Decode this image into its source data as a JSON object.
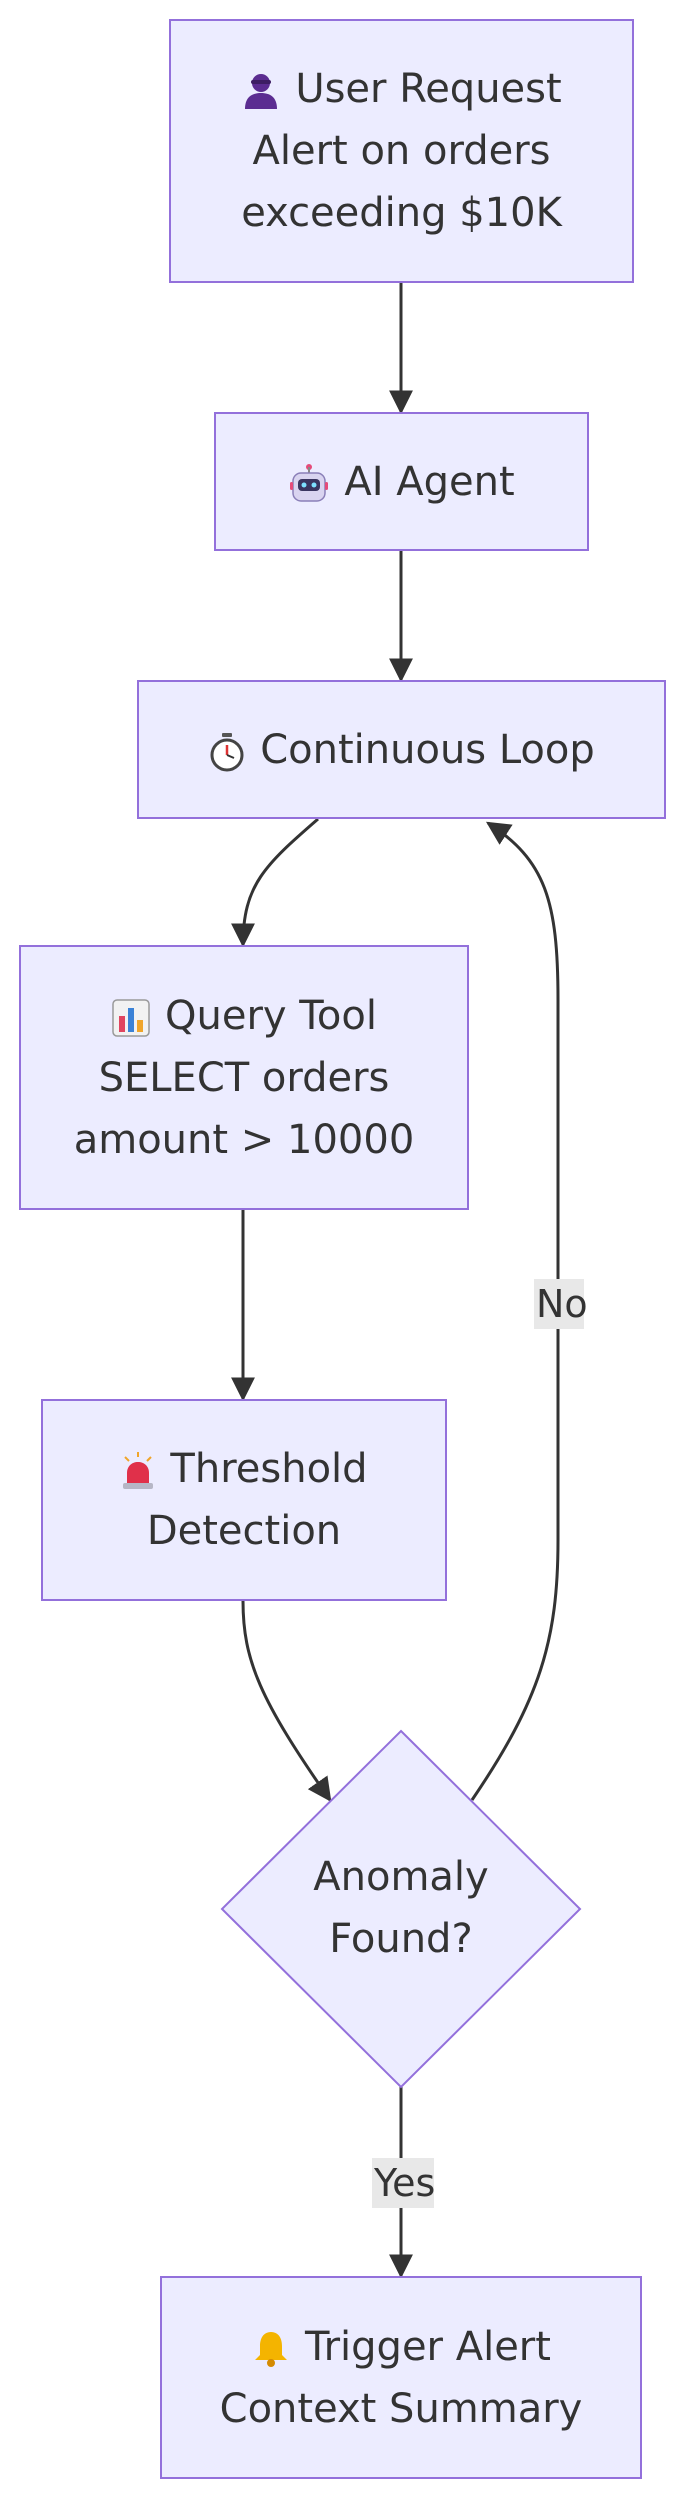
{
  "nodes": {
    "user_request": {
      "icon": "user-icon",
      "title": "User Request",
      "line2": "Alert on orders",
      "line3": "exceeding $10K"
    },
    "ai_agent": {
      "icon": "robot-icon",
      "title": "AI Agent"
    },
    "continuous_loop": {
      "icon": "stopwatch-icon",
      "title": "Continuous Loop"
    },
    "query_tool": {
      "icon": "bar-chart-icon",
      "title": "Query Tool",
      "line2": "SELECT orders",
      "line3": "amount > 10000"
    },
    "threshold_detection": {
      "icon": "siren-icon",
      "title": "Threshold",
      "line2": "Detection"
    },
    "anomaly_found": {
      "line1": "Anomaly",
      "line2": "Found?"
    },
    "trigger_alert": {
      "icon": "bell-icon",
      "title": "Trigger Alert",
      "line2": "Context Summary"
    }
  },
  "edge_labels": {
    "no": "No",
    "yes": "Yes"
  },
  "colors": {
    "node_fill": "#ececff",
    "node_border": "#9370db",
    "edge": "#333333",
    "label_bg": "#e8e8e8",
    "text": "#333333"
  }
}
